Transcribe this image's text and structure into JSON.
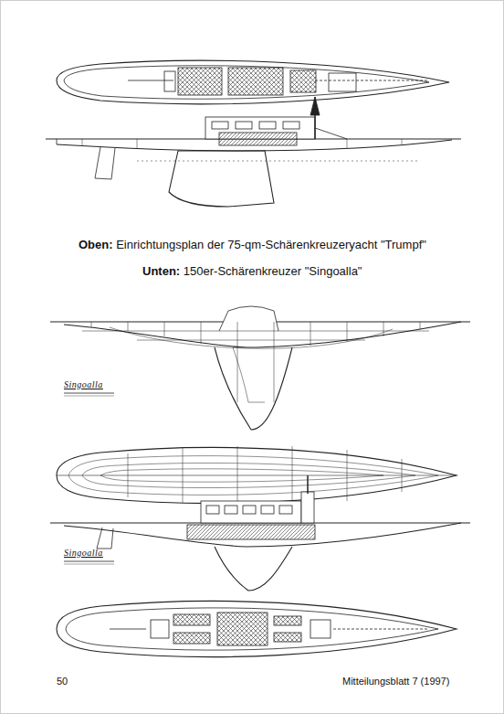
{
  "diagram": {
    "labels": [
      "Oben:",
      "Einrichtungsplan der 75-qm-Schärenkreuzeryacht \"Trumpf\"",
      "Unten:",
      "150er-Schärenkreuzer \"Singoalla\"",
      "Singoalla",
      "Singoalla",
      "50",
      "Mitteilungsblatt 7 (1997)"
    ]
  }
}
